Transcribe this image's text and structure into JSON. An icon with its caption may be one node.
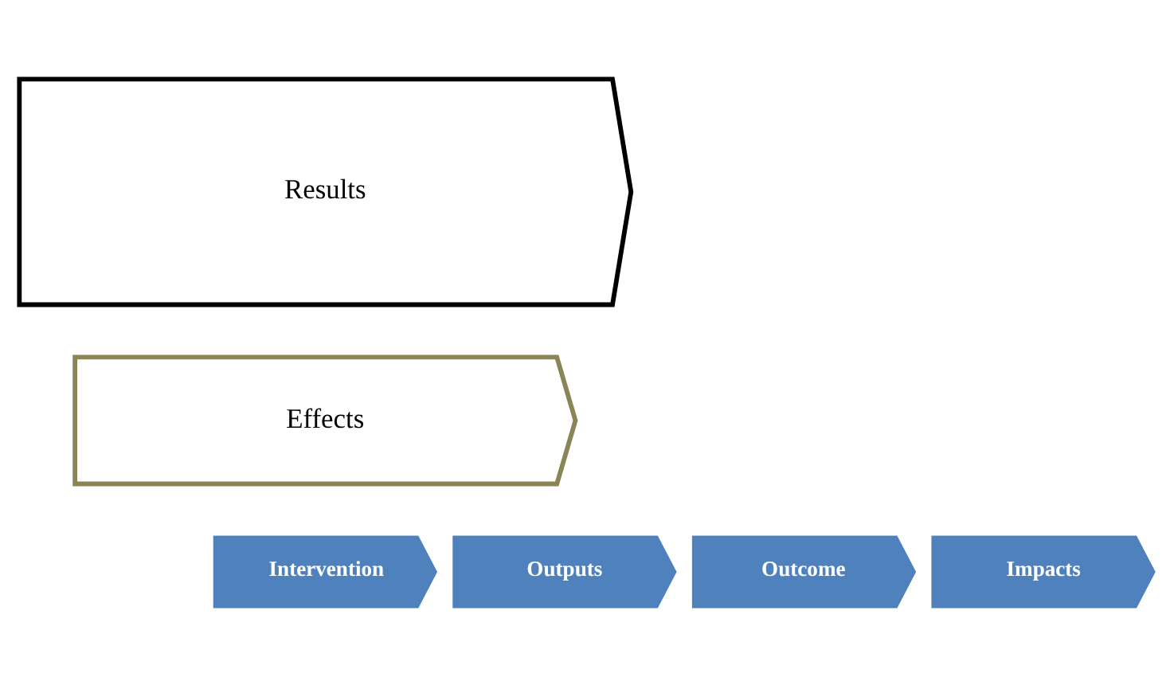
{
  "diagram": {
    "nodes": [
      {
        "text": [
          "Results"
        ]
      },
      {
        "text": [
          "Effects"
        ]
      },
      {
        "text": [
          "Intervention"
        ]
      },
      {
        "text": [
          "Outputs"
        ]
      },
      {
        "text": [
          "Outcome"
        ]
      },
      {
        "text": [
          "Impacts"
        ]
      }
    ]
  }
}
